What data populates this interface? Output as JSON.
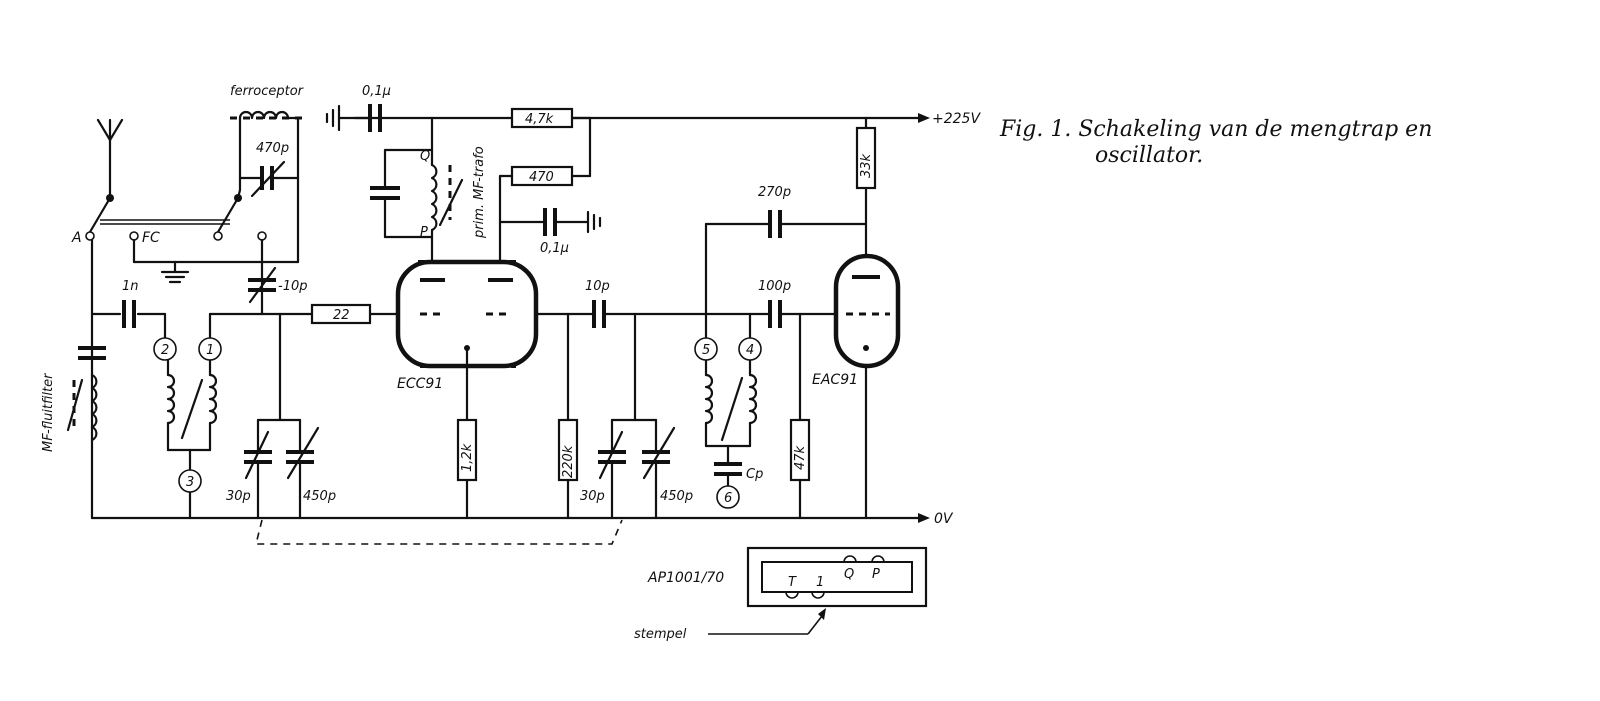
{
  "caption": {
    "line1": "Fig. 1. Schakeling van de mengtrap en",
    "line2": "oscillator."
  },
  "labels": {
    "ferroceptor": "ferroceptor",
    "cap_top": "0,1µ",
    "res_47k": "4,7k",
    "res_470": "470",
    "cap_01": "0,1µ",
    "v225": "+225V",
    "res_33k": "33k",
    "cap_470p": "470p",
    "sw_a": "A",
    "fc": "FC",
    "trafo": "prim. MF-trafo",
    "q": "Q",
    "p": "P",
    "cap_10p_trim": "-10p",
    "cap_1n": "1n",
    "res_22": "22",
    "cap_10p": "10p",
    "cap_270p": "270p",
    "cap_100p": "100p",
    "mf_filter": "MF-fluitfilter",
    "ecc91": "ECC91",
    "eac91": "EAC91",
    "res_12k": "1,2k",
    "res_220k": "220k",
    "res_47kb": "47k",
    "cap_30p_a": "30p",
    "cap_450p_a": "450p",
    "cap_30p_b": "30p",
    "cap_450p_b": "450p",
    "cp": "Cp",
    "zero_v": "0V",
    "n1": "1",
    "n2": "2",
    "n3": "3",
    "n4": "4",
    "n5": "5",
    "n6": "6",
    "ap": "AP1001/70",
    "pin_t": "T",
    "pin_1": "1",
    "pin_q": "Q",
    "pin_p": "P",
    "stempel": "stempel"
  }
}
